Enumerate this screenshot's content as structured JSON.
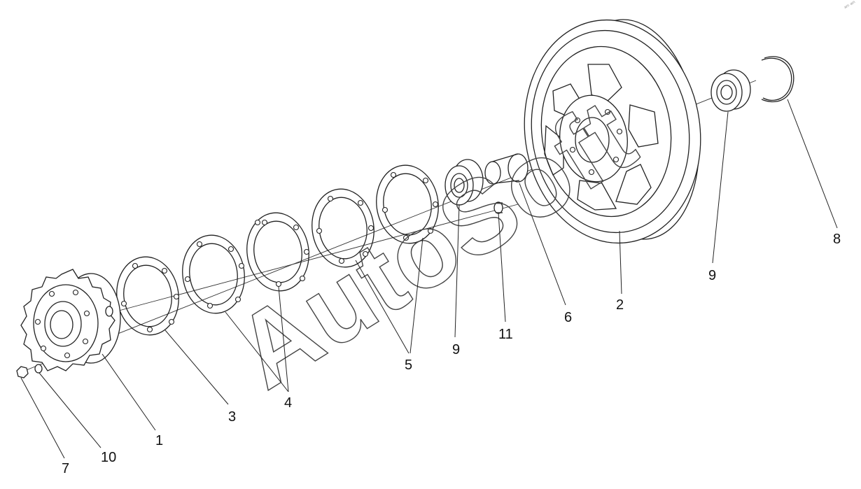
{
  "diagram": {
    "callouts": [
      "1",
      "2",
      "3",
      "4",
      "5",
      "6",
      "7",
      "8",
      "9",
      "9",
      "10",
      "11"
    ],
    "watermark": "AutoSoft",
    "corner_mark": "ᵃᵐ ᵃᵐ"
  }
}
